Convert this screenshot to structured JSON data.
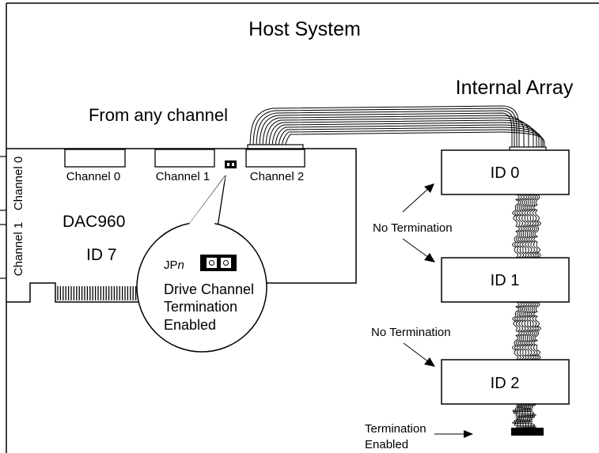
{
  "host_title": "Host System",
  "array_title": "Internal Array",
  "from_any_channel": "From any channel",
  "controller": {
    "name": "DAC960",
    "id": "ID 7",
    "connectors": [
      "Channel 0",
      "Channel 1",
      "Channel 2"
    ],
    "side_connectors": [
      "Channel 0",
      "Channel 1"
    ]
  },
  "jumper": {
    "label_prefix": "JP",
    "label_suffix": "n",
    "callout_lines": [
      "Drive Channel",
      "Termination",
      "Enabled"
    ]
  },
  "drives": [
    "ID 0",
    "ID 1",
    "ID 2"
  ],
  "notes": {
    "no_termination_1": "No Termination",
    "no_termination_2": "No Termination",
    "termination_enabled": [
      "Termination",
      "Enabled"
    ]
  }
}
